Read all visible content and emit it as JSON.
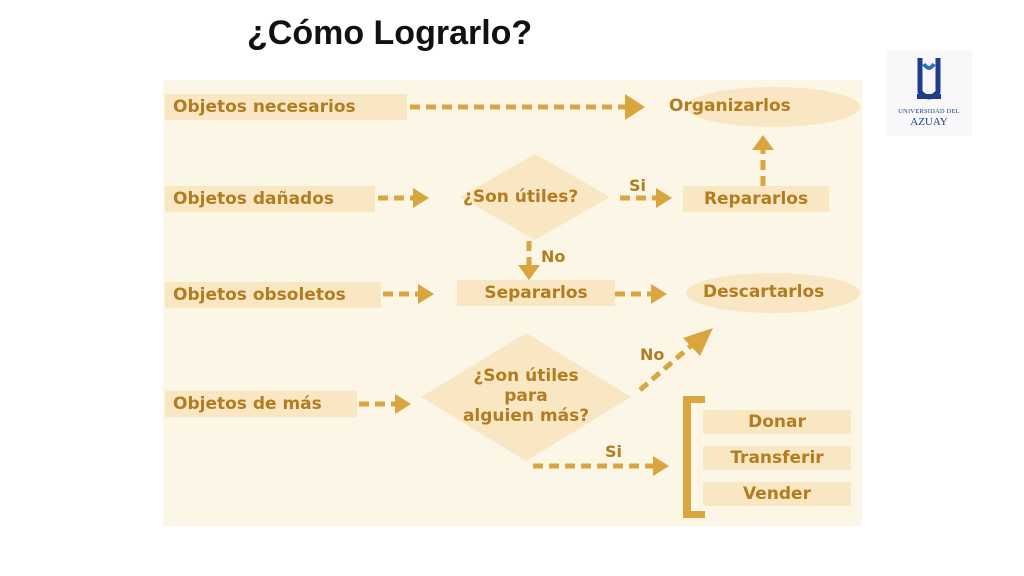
{
  "slide": {
    "title": "¿Cómo Lograrlo?"
  },
  "logo": {
    "line1": "UNIVERSIDAD DEL",
    "line2": "AZUAY"
  },
  "diagram": {
    "sources": {
      "necesarios": "Objetos necesarios",
      "danados": "Objetos dañados",
      "obsoletos": "Objetos obsoletos",
      "de_mas": "Objetos de más"
    },
    "decisions": {
      "utiles": "¿Son útiles?",
      "utiles_otro_l1": "¿Son útiles",
      "utiles_otro_l2": "para",
      "utiles_otro_l3": "alguien más?"
    },
    "actions": {
      "organizar": "Organizarlos",
      "reparar": "Repararlos",
      "separar": "Separarlos",
      "descartar": "Descartarlos",
      "donar": "Donar",
      "transferir": "Transferir",
      "vender": "Vender"
    },
    "edge_labels": {
      "si_1": "Si",
      "no_1": "No",
      "no_2": "No",
      "si_2": "Si"
    },
    "colors": {
      "accent": "#d9a53f",
      "fill": "#f8e7c2",
      "text": "#b27d20",
      "background": "#fbf6e6"
    }
  }
}
